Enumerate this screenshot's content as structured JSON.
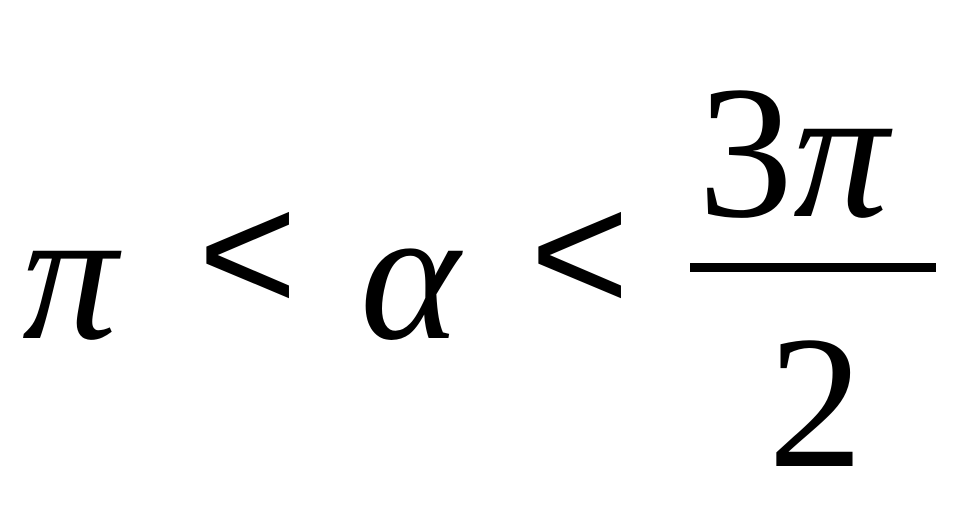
{
  "formula": {
    "left_bound": "π",
    "less_than_1": "<",
    "variable": "α",
    "less_than_2": "<",
    "fraction": {
      "numerator_coefficient": "3",
      "numerator_symbol": "π",
      "denominator": "2"
    }
  },
  "colors": {
    "text": "#000000",
    "background": "#ffffff"
  }
}
